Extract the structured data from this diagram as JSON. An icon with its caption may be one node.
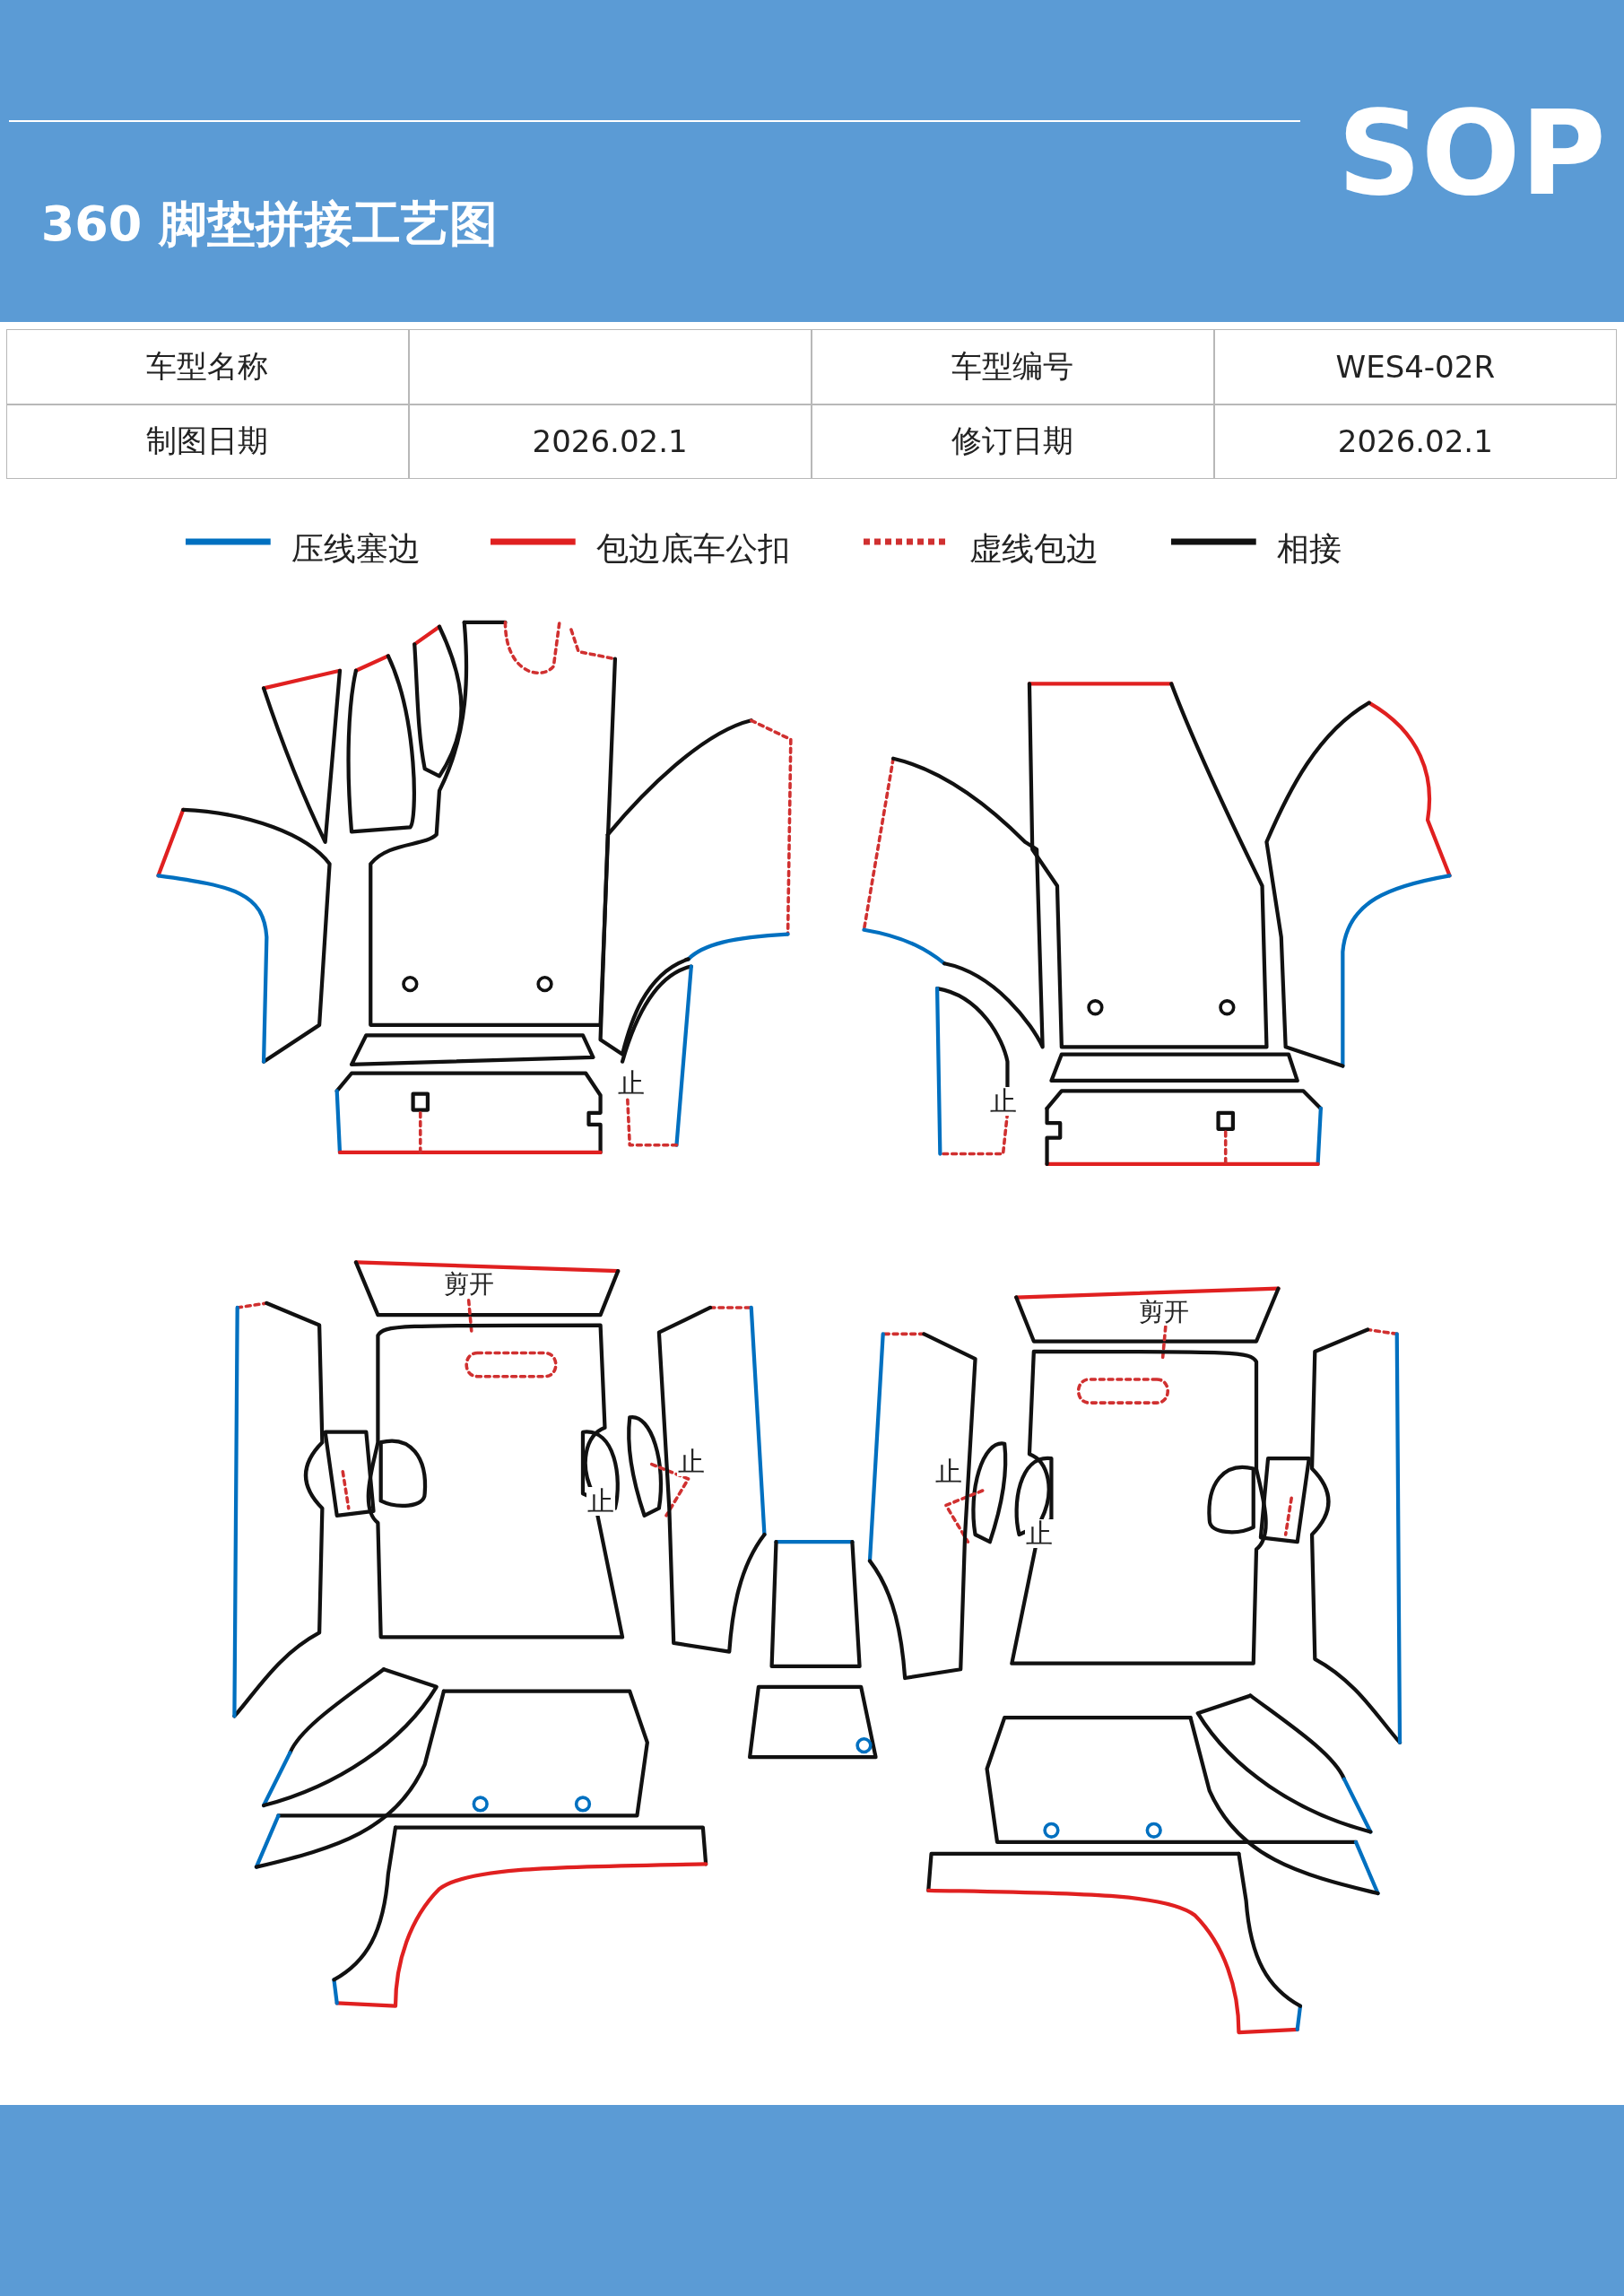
{
  "diagram": {
    "title": "360 脚垫拼接工艺图",
    "labels": [
      "SOP",
      "车型名称",
      "车型编号",
      "WES4-02R",
      "制图日期",
      "2026.02.1",
      "修订日期",
      "2026.02.1",
      "止",
      "止",
      "剪开",
      "剪开",
      "止",
      "止",
      "止",
      "止"
    ],
    "legend": [
      {
        "text": "压线塞边"
      },
      {
        "text": "包边底车公扣"
      },
      {
        "text": "虚线包边"
      },
      {
        "text": "相接"
      }
    ]
  }
}
